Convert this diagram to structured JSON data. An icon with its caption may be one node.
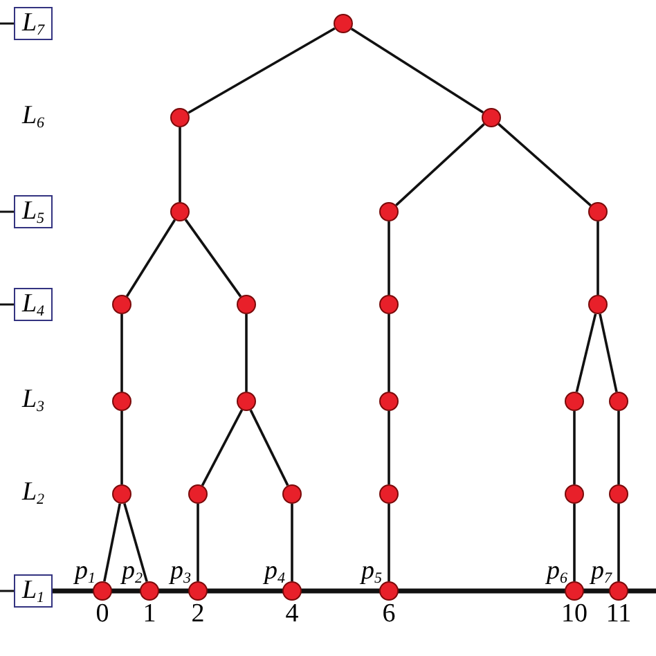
{
  "diagram": {
    "nodes": [
      {
        "text": [
          "L$_{7}$"
        ]
      },
      {
        "text": [],
        "shape": "circle"
      },
      {
        "text": [],
        "shape": "circle"
      },
      {
        "text": [],
        "shape": "circle"
      },
      {
        "text": [
          "L$_{5}$"
        ]
      },
      {
        "text": [],
        "shape": "circle"
      },
      {
        "text": [],
        "shape": "circle"
      },
      {
        "text": [],
        "shape": "circle"
      },
      {
        "text": [
          "L$_{4}$"
        ]
      },
      {
        "text": [],
        "shape": "circle"
      },
      {
        "text": [],
        "shape": "circle"
      },
      {
        "text": [],
        "shape": "circle"
      },
      {
        "text": [],
        "shape": "circle"
      },
      {
        "text": [],
        "shape": "circle"
      },
      {
        "text": [],
        "shape": "circle"
      },
      {
        "text": [],
        "shape": "circle"
      },
      {
        "text": [],
        "shape": "circle"
      },
      {
        "text": [],
        "shape": "circle"
      },
      {
        "text": [],
        "shape": "circle"
      },
      {
        "text": [],
        "shape": "circle"
      },
      {
        "text": [],
        "shape": "circle"
      },
      {
        "text": [],
        "shape": "circle"
      },
      {
        "text": [],
        "shape": "circle"
      },
      {
        "text": [],
        "shape": "circle"
      },
      {
        "text": [
          "L$_{1}$"
        ]
      },
      {
        "text": [],
        "shape": "circle",
        "beside": [
          "p$_{1}$",
          "0"
        ]
      },
      {
        "text": [],
        "shape": "circle",
        "beside": [
          "p$_{2}$",
          "1"
        ]
      },
      {
        "text": [],
        "shape": "circle",
        "beside": [
          "p$_{3}$",
          "2"
        ]
      },
      {
        "text": [],
        "shape": "circle",
        "beside": [
          "p$_{4}$",
          "4"
        ]
      },
      {
        "text": [],
        "shape": "circle",
        "beside": [
          "p$_{5}$",
          "6"
        ]
      },
      {
        "text": [],
        "shape": "circle",
        "beside": [
          "p$_{6}$",
          "10"
        ]
      },
      {
        "text": [],
        "shape": "circle",
        "beside": [
          "p$_{7}$",
          "11"
        ]
      }
    ],
    "edges": [
      {
        "from": 1,
        "to": 2,
        "arrow": "none"
      },
      {
        "from": 1,
        "to": 3,
        "arrow": "none"
      },
      {
        "from": 2,
        "to": 5,
        "arrow": "none"
      },
      {
        "from": 5,
        "to": 9,
        "arrow": "none"
      },
      {
        "from": 5,
        "to": 10,
        "arrow": "none"
      },
      {
        "from": 9,
        "to": 13,
        "arrow": "none"
      },
      {
        "from": 13,
        "to": 18,
        "arrow": "none"
      },
      {
        "from": 18,
        "to": 25,
        "arrow": "none"
      },
      {
        "from": 18,
        "to": 26,
        "arrow": "none"
      },
      {
        "from": 10,
        "to": 14,
        "arrow": "none"
      },
      {
        "from": 14,
        "to": 19,
        "arrow": "none"
      },
      {
        "from": 14,
        "to": 20,
        "arrow": "none"
      },
      {
        "from": 19,
        "to": 27,
        "arrow": "none"
      },
      {
        "from": 20,
        "to": 28,
        "arrow": "none"
      },
      {
        "from": 3,
        "to": 6,
        "arrow": "none"
      },
      {
        "from": 3,
        "to": 7,
        "arrow": "none"
      },
      {
        "from": 6,
        "to": 11,
        "arrow": "none"
      },
      {
        "from": 11,
        "to": 15,
        "arrow": "none"
      },
      {
        "from": 15,
        "to": 21,
        "arrow": "none"
      },
      {
        "from": 21,
        "to": 29,
        "arrow": "none"
      },
      {
        "from": 7,
        "to": 12,
        "arrow": "none"
      },
      {
        "from": 12,
        "to": 16,
        "arrow": "none"
      },
      {
        "from": 12,
        "to": 17,
        "arrow": "none"
      },
      {
        "from": 16,
        "to": 22,
        "arrow": "none"
      },
      {
        "from": 17,
        "to": 23,
        "arrow": "none"
      },
      {
        "from": 22,
        "to": 30,
        "arrow": "none"
      },
      {
        "from": 23,
        "to": 31,
        "arrow": "none"
      }
    ],
    "labels": [
      "L$_{6}$",
      "L$_{3}$",
      "L$_{2}$"
    ]
  }
}
